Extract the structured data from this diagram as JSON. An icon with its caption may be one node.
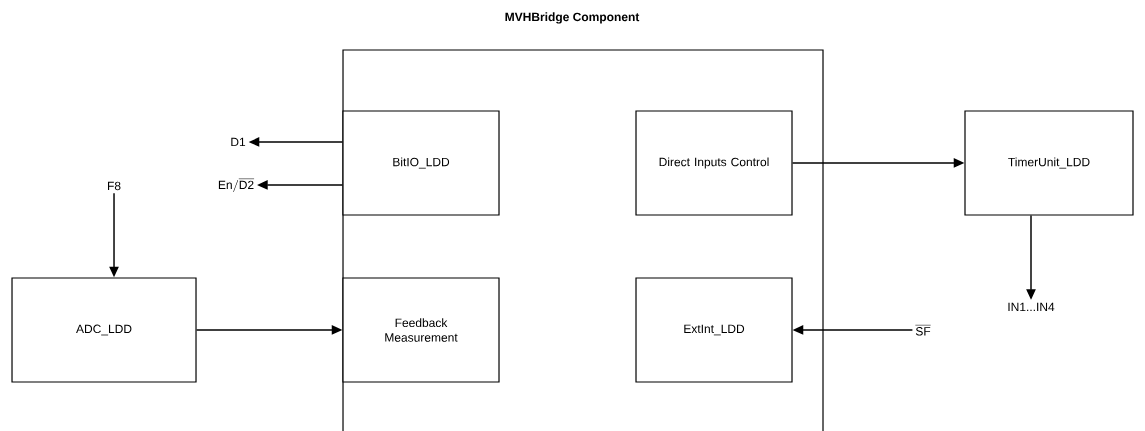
{
  "diagram": {
    "title": "MVHBridge Component",
    "nodes": [
      {
        "text": [],
        "shape": "box"
      },
      {
        "text": [
          "BitIO_LDD"
        ],
        "in": 0
      },
      {
        "text": [
          "Direct Inputs Control"
        ],
        "in": 0
      },
      {
        "text": [
          "Feedback Measurement"
        ],
        "in": 0
      },
      {
        "text": [
          "ExtInt_LDD"
        ],
        "in": 0
      },
      {
        "text": [
          "D1"
        ]
      },
      {
        "text": [
          "\\mathrm{En}/\\overline{\\mathrm{D2}}"
        ]
      },
      {
        "text": [
          "F8"
        ]
      },
      {
        "text": [
          "ADC_LDD"
        ]
      },
      {
        "text": [
          "TimerUnit_LDD"
        ]
      },
      {
        "text": [
          "IN1...IN4"
        ]
      },
      {
        "text": [
          "\\overline{\\mathrm{SF}}"
        ]
      }
    ],
    "edges": [
      {
        "from": 1,
        "to": 5,
        "arrow": "to"
      },
      {
        "from": 1,
        "to": 6,
        "arrow": "to"
      },
      {
        "from": 7,
        "to": 8,
        "arrow": "to"
      },
      {
        "from": 8,
        "to": 3,
        "arrow": "to"
      },
      {
        "from": 2,
        "to": 9,
        "arrow": "to"
      },
      {
        "from": 9,
        "to": 10,
        "arrow": "to"
      },
      {
        "from": 11,
        "to": 4,
        "arrow": "to"
      }
    ]
  }
}
